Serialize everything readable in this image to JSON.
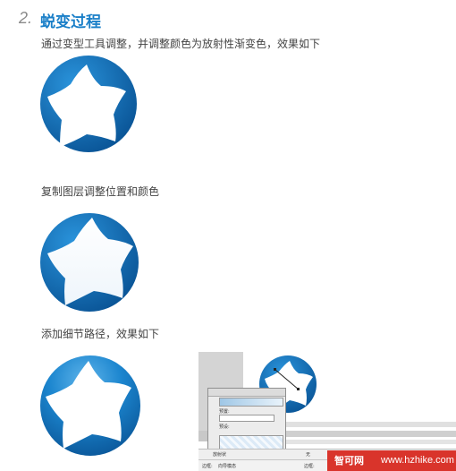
{
  "heading": {
    "number": "2.",
    "title": "蜕变过程"
  },
  "paragraphs": {
    "step1": "通过变型工具调整，并调整颜色为放射性渐变色，效果如下",
    "step2": "复制图层调整位置和颜色",
    "step3": "添加细节路径，效果如下"
  },
  "colors": {
    "accent": "#1a7fc8",
    "circle_dark": "#0a5597",
    "circle_light": "#1c86cf",
    "watermark_bg": "#d9342b"
  },
  "panel": {
    "dialog_label_1": "预置:",
    "dialog_label_2": "预设:",
    "toolbar_fill_label": "放射状",
    "toolbar_none_label": "无",
    "status_label_1": "边框:",
    "status_value_1": "向导模态",
    "status_label_2": "边框:"
  },
  "watermark": {
    "site_cn": "智可网",
    "site_url": "www.hzhike.com"
  }
}
